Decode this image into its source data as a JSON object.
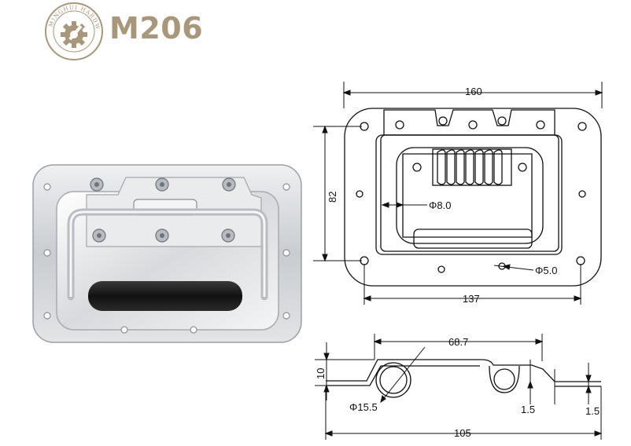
{
  "brand": {
    "logo_text": "MINGHUI HARDWARE",
    "model": "M206",
    "brand_color": "#a8977a"
  },
  "photo": {
    "description_icon": "handle-photo",
    "grip_color": "#222222",
    "metal_color": "#c9ccd0"
  },
  "front_view": {
    "width_overall": "160",
    "height_overall": "82",
    "hole_spacing": "137",
    "handle_rod": "Φ8.0",
    "mount_hole": "Φ5.0"
  },
  "side_view": {
    "span_top": "68.7",
    "depth": "10",
    "tube_diameter": "Φ15.5",
    "thickness_a": "1.5",
    "thickness_b": "1.5",
    "length_overall": "105"
  }
}
